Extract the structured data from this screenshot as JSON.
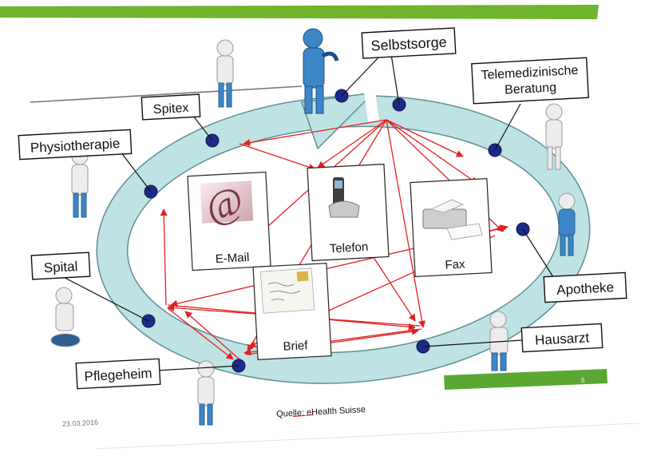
{
  "colors": {
    "topbar": "#6fb52c",
    "footerbar": "#5aa832",
    "ring": "#bfe3e4",
    "ring_stroke": "#5e8f94",
    "node": "#1d2a8a",
    "arrow": "#e32020",
    "callout_border": "#111111",
    "figure": "#ececec",
    "figure_blue": "#3d86c6"
  },
  "stations": {
    "selbstsorge": "Selbstsorge",
    "telemed_line1": "Telemedizinische",
    "telemed_line2": "Beratung",
    "spitex": "Spitex",
    "physiotherapie": "Physiotherapie",
    "spital": "Spital",
    "pflegeheim": "Pflegeheim",
    "apotheke": "Apotheke",
    "hausarzt": "Hausarzt"
  },
  "media": {
    "email": "E-Mail",
    "telefon": "Telefon",
    "fax": "Fax",
    "brief": "Brief"
  },
  "footer": {
    "source": "Quelle: eHealth Suisse",
    "date": "23.03.2016",
    "page": "5"
  },
  "icons": {
    "email": "at-sign-icon",
    "telefon": "phone-icon",
    "fax": "fax-icon",
    "brief": "letter-icon",
    "person": "person-figure-icon"
  }
}
